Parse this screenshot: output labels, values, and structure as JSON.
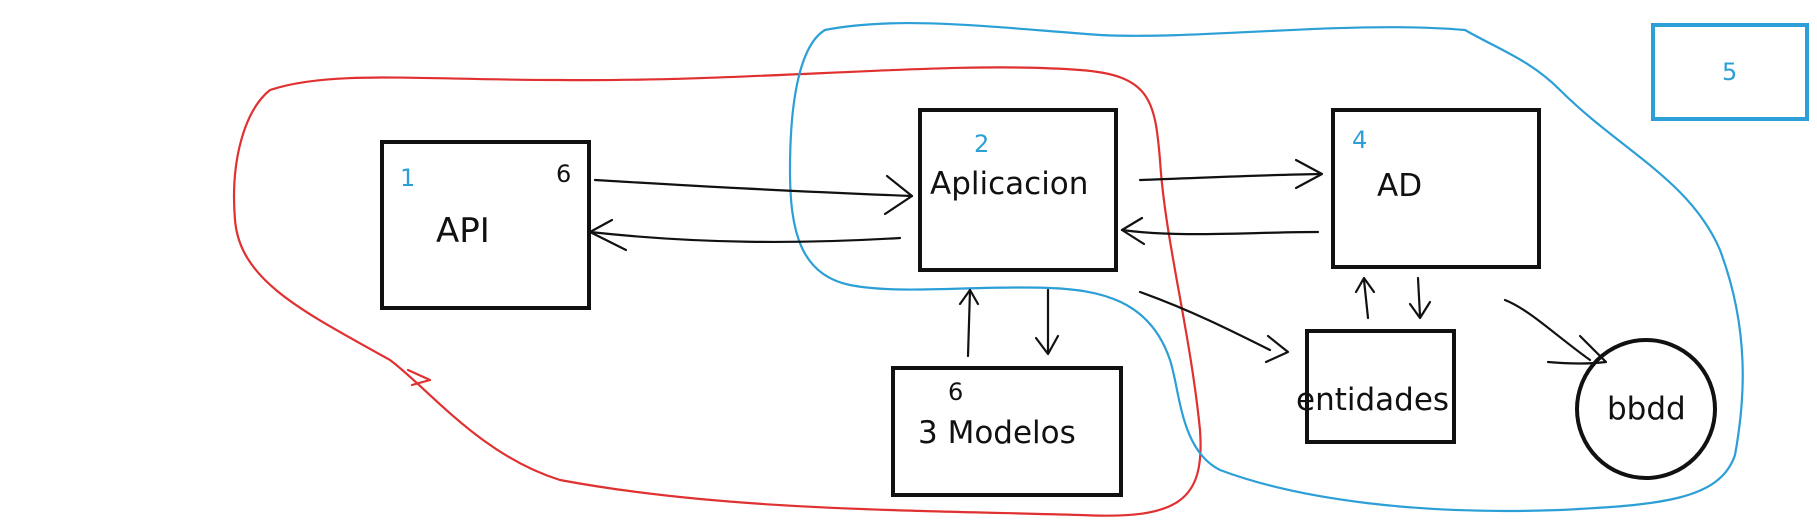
{
  "nodes": {
    "api": {
      "label": "API",
      "number": "1",
      "corner_mark": "6"
    },
    "aplicacion": {
      "label": "Aplicacion",
      "number": "2"
    },
    "modelos": {
      "label": "3 Modelos",
      "mark": "6"
    },
    "ad": {
      "label": "AD",
      "number": "4"
    },
    "entidades": {
      "label": "entidades"
    },
    "bbdd": {
      "label": "bbdd"
    }
  },
  "legend_box": {
    "label": "5"
  },
  "colors": {
    "ink": "#111111",
    "red_group": "#e03030",
    "blue_group": "#2b9fd6",
    "background": "#ffffff"
  }
}
